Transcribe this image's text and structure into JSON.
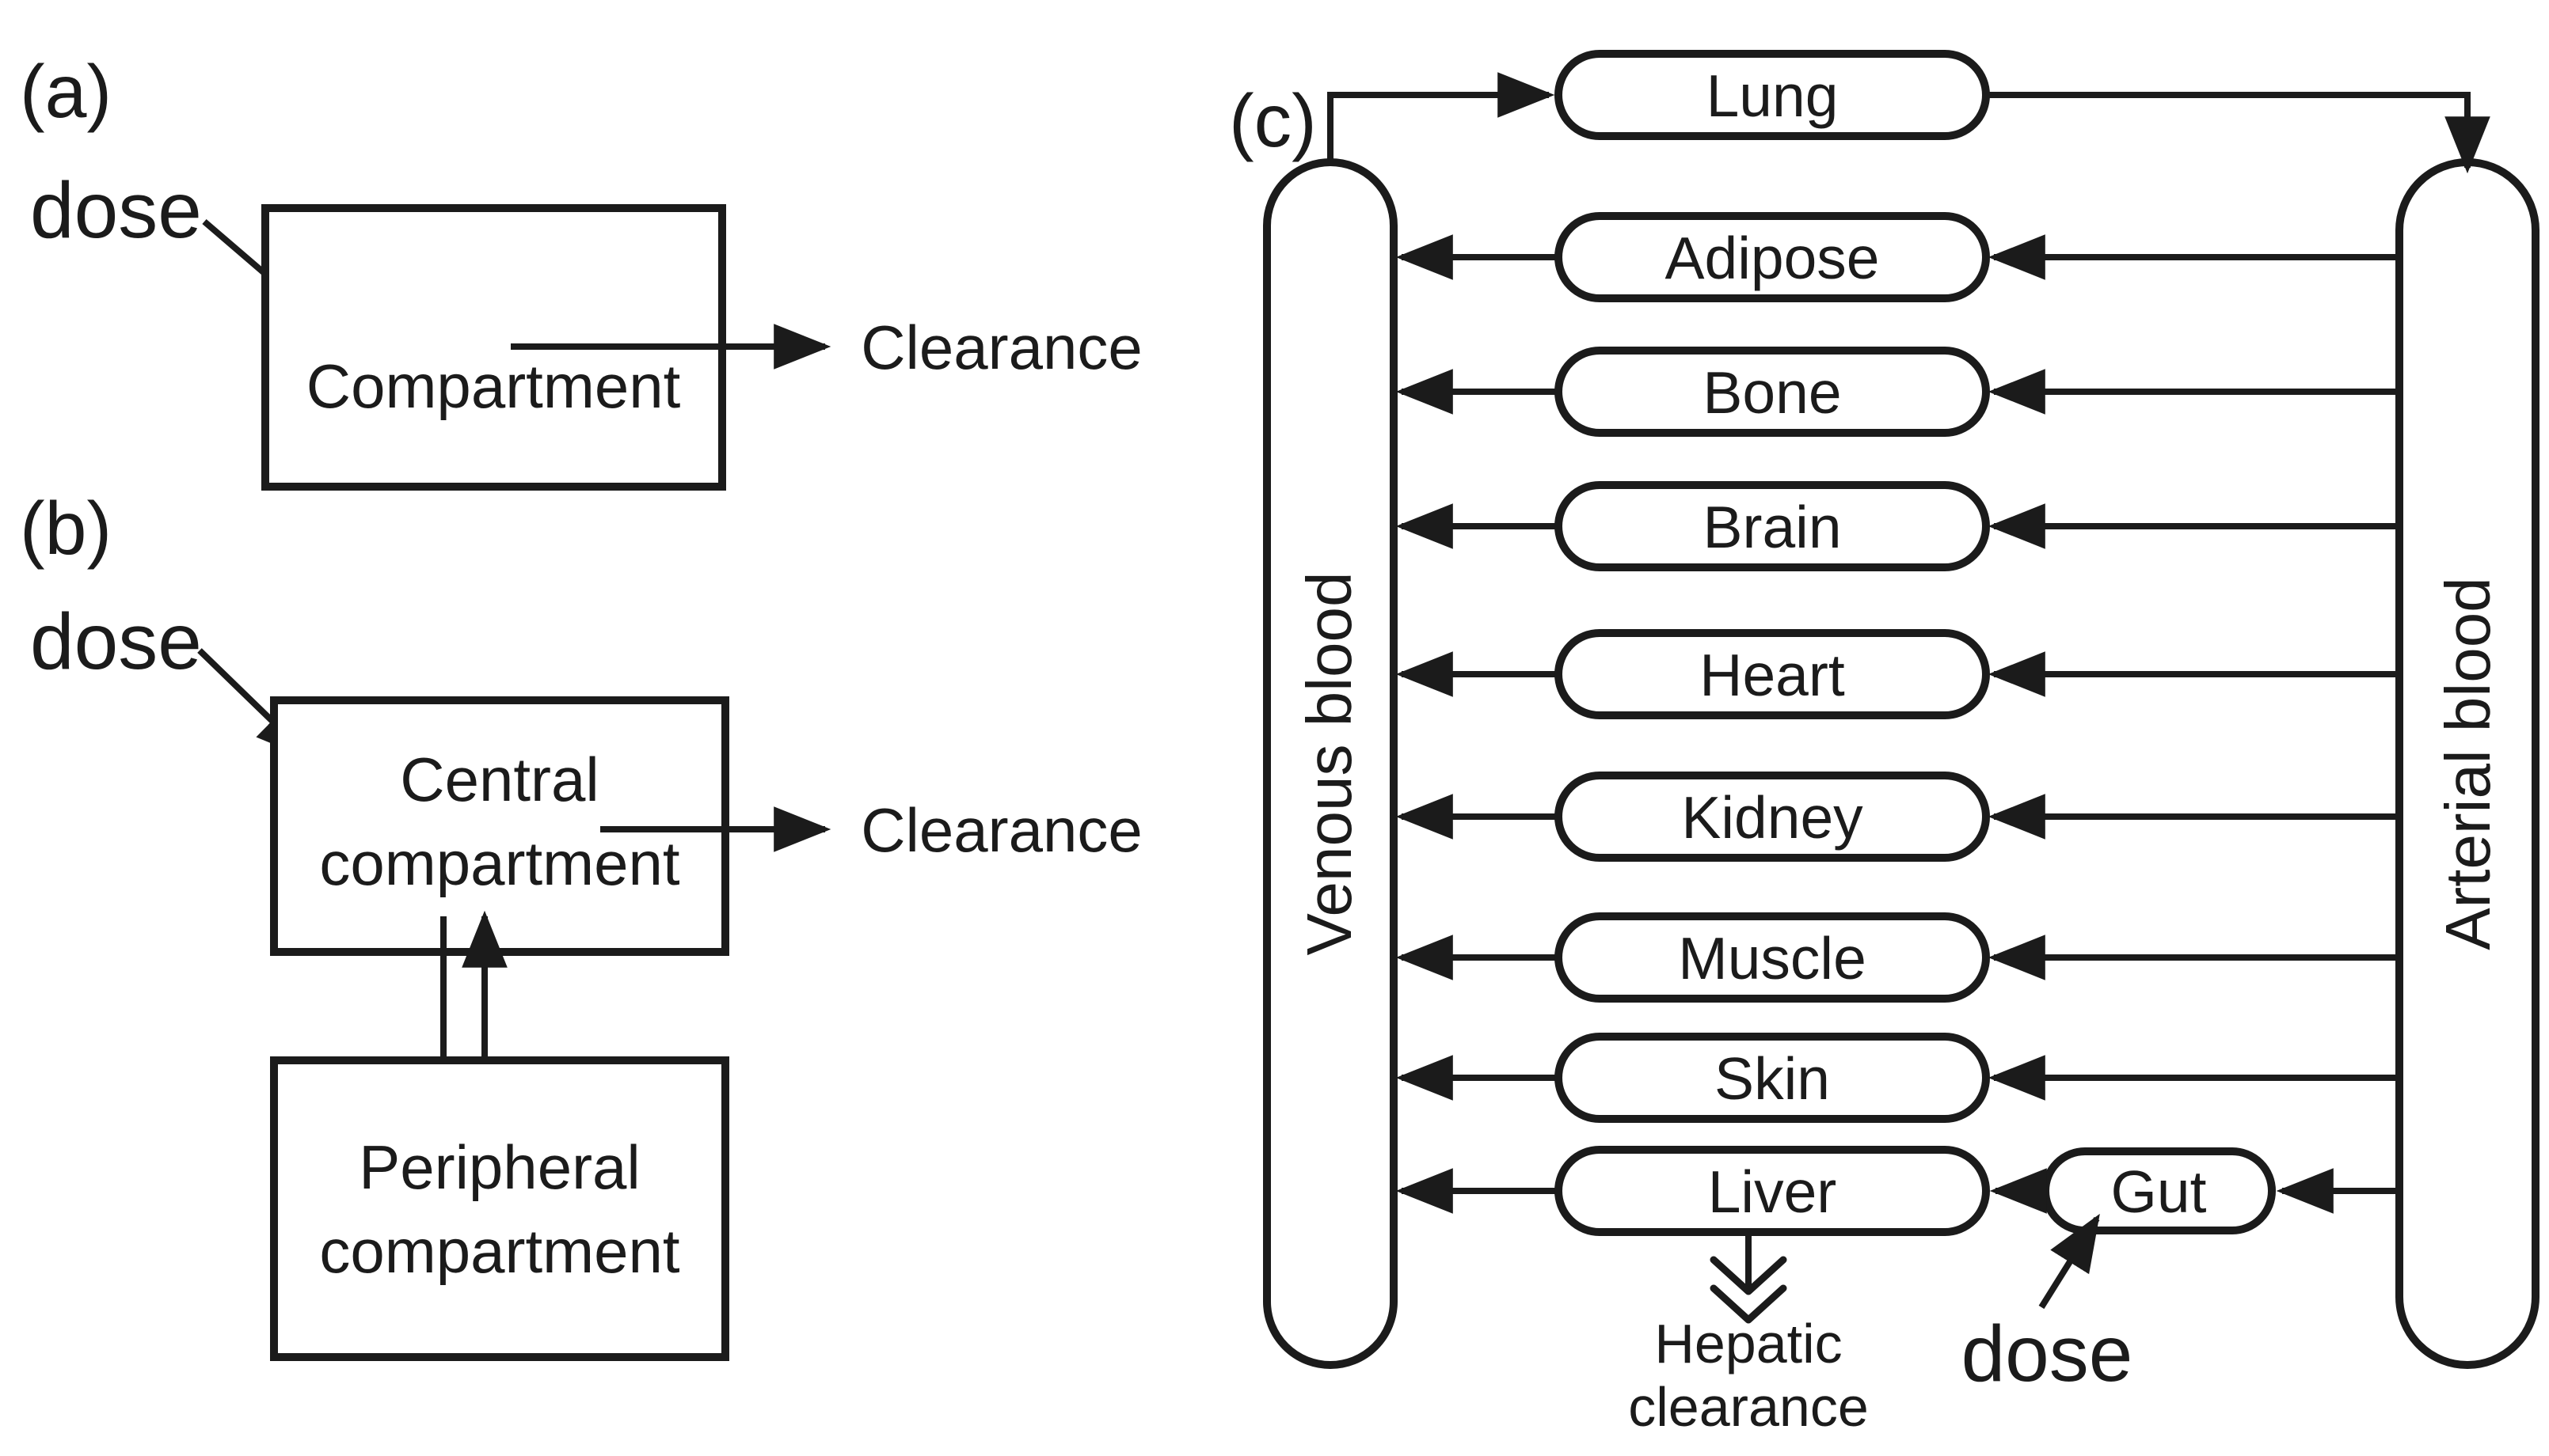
{
  "colors": {
    "ink": "#1b1b1b",
    "background": "#ffffff"
  },
  "panels": {
    "a": {
      "label": "(a)",
      "dose": "dose",
      "compartment": "Compartment",
      "clearance": "Clearance"
    },
    "b": {
      "label": "(b)",
      "dose": "dose",
      "central_line1": "Central",
      "central_line2": "compartment",
      "peripheral_line1": "Peripheral",
      "peripheral_line2": "compartment",
      "clearance": "Clearance"
    },
    "c": {
      "label": "(c)",
      "venous": "Venous blood",
      "arterial": "Arterial blood",
      "lung": "Lung",
      "organs": [
        "Adipose",
        "Bone",
        "Brain",
        "Heart",
        "Kidney",
        "Muscle",
        "Skin",
        "Liver"
      ],
      "gut": "Gut",
      "dose": "dose",
      "hepatic_line1": "Hepatic",
      "hepatic_line2": "clearance"
    }
  }
}
